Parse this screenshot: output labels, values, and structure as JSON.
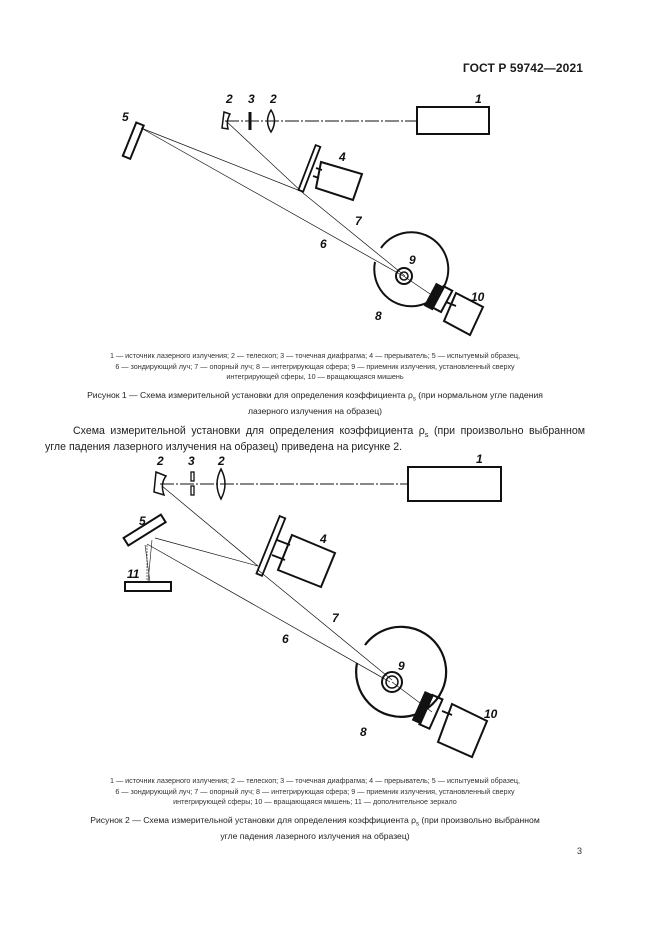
{
  "header": {
    "standard_code": "ГОСТ Р 59742—2021"
  },
  "figure1": {
    "labels": {
      "l1": "1",
      "l2a": "2",
      "l3": "3",
      "l2b": "2",
      "l4": "4",
      "l5": "5",
      "l6": "6",
      "l7": "7",
      "l8": "8",
      "l9": "9",
      "l10": "10"
    },
    "legend_line1": "1 — источник лазерного излучения; 2 — телескоп; 3 — точечная диафрагма; 4 — прерыватель; 5 — испытуемый образец,",
    "legend_line2": "6 — зондирующий луч; 7 — опорный луч; 8 — интегрирующая сфера; 9 — приемник излучения, установленный сверху",
    "legend_line3": "интегрирующей сферы, 10 — вращающаяся мишень",
    "caption_line1_pre": "Рисунок 1 — Схема измерительной установки для определения коэффициента ρ",
    "caption_sub": "s",
    "caption_line1_post": " (при нормальном угле падения",
    "caption_line2": "лазерного излучения на образец)"
  },
  "paragraph": {
    "text_pre": "Схема измерительной установки для определения коэффициента ρ",
    "text_sub": "s",
    "text_post": " (при произвольно выбранном угле падения лазерного излучения на образец) приведена на рисунке 2."
  },
  "figure2": {
    "labels": {
      "l1": "1",
      "l2a": "2",
      "l3": "3",
      "l2b": "2",
      "l4": "4",
      "l5": "5",
      "l6": "6",
      "l7": "7",
      "l8": "8",
      "l9": "9",
      "l10": "10",
      "l11": "11"
    },
    "legend_line1": "1 — источник лазерного излучения; 2 — телескоп; 3 — точечная диафрагма; 4 — прерыватель; 5 — испытуемый образец,",
    "legend_line2": "6 — зондирующий луч; 7 — опорный луч; 8 — интегрирующая сфера; 9 — приемник излучения, установленный сверху",
    "legend_line3": "интегрирующей сферы; 10 — вращающаяся мишень; 11 — дополнительное зеркало",
    "caption_line1_pre": "Рисунок 2 — Схема измерительной установки для определения коэффициента ρ",
    "caption_sub": "s",
    "caption_line1_post": " (при произвольно выбранном",
    "caption_line2": "угле падения лазерного излучения на образец)"
  },
  "footer": {
    "page_number": "3"
  }
}
